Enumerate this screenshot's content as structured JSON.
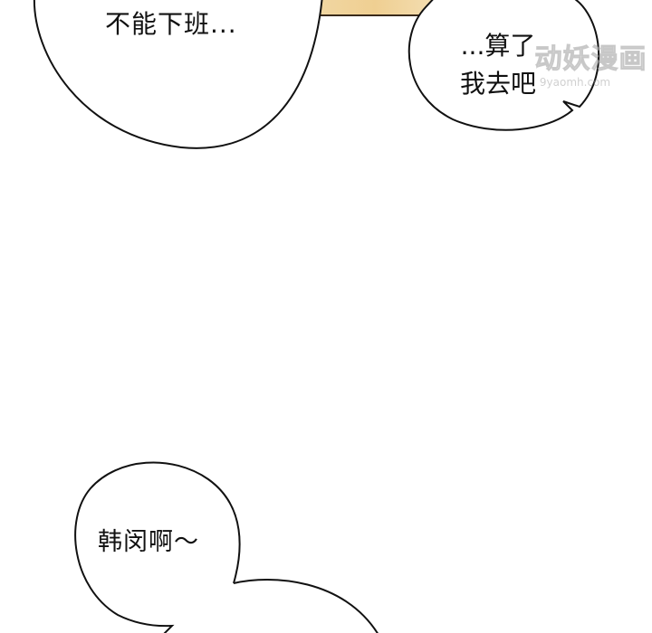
{
  "comic": {
    "background_color": "#ffffff",
    "panel_colors": [
      "#f6ead2",
      "#f2dcae",
      "#efcf92",
      "#f7ecd4"
    ],
    "bubbles": [
      {
        "id": "bubble-1",
        "text": "不能下班..."
      },
      {
        "id": "bubble-2",
        "lines": [
          "...算了",
          "我去吧"
        ]
      },
      {
        "id": "bubble-3",
        "text": "韩闵啊～"
      }
    ],
    "watermark": {
      "title": "动妖漫画",
      "url": "9yaomh.com"
    }
  }
}
